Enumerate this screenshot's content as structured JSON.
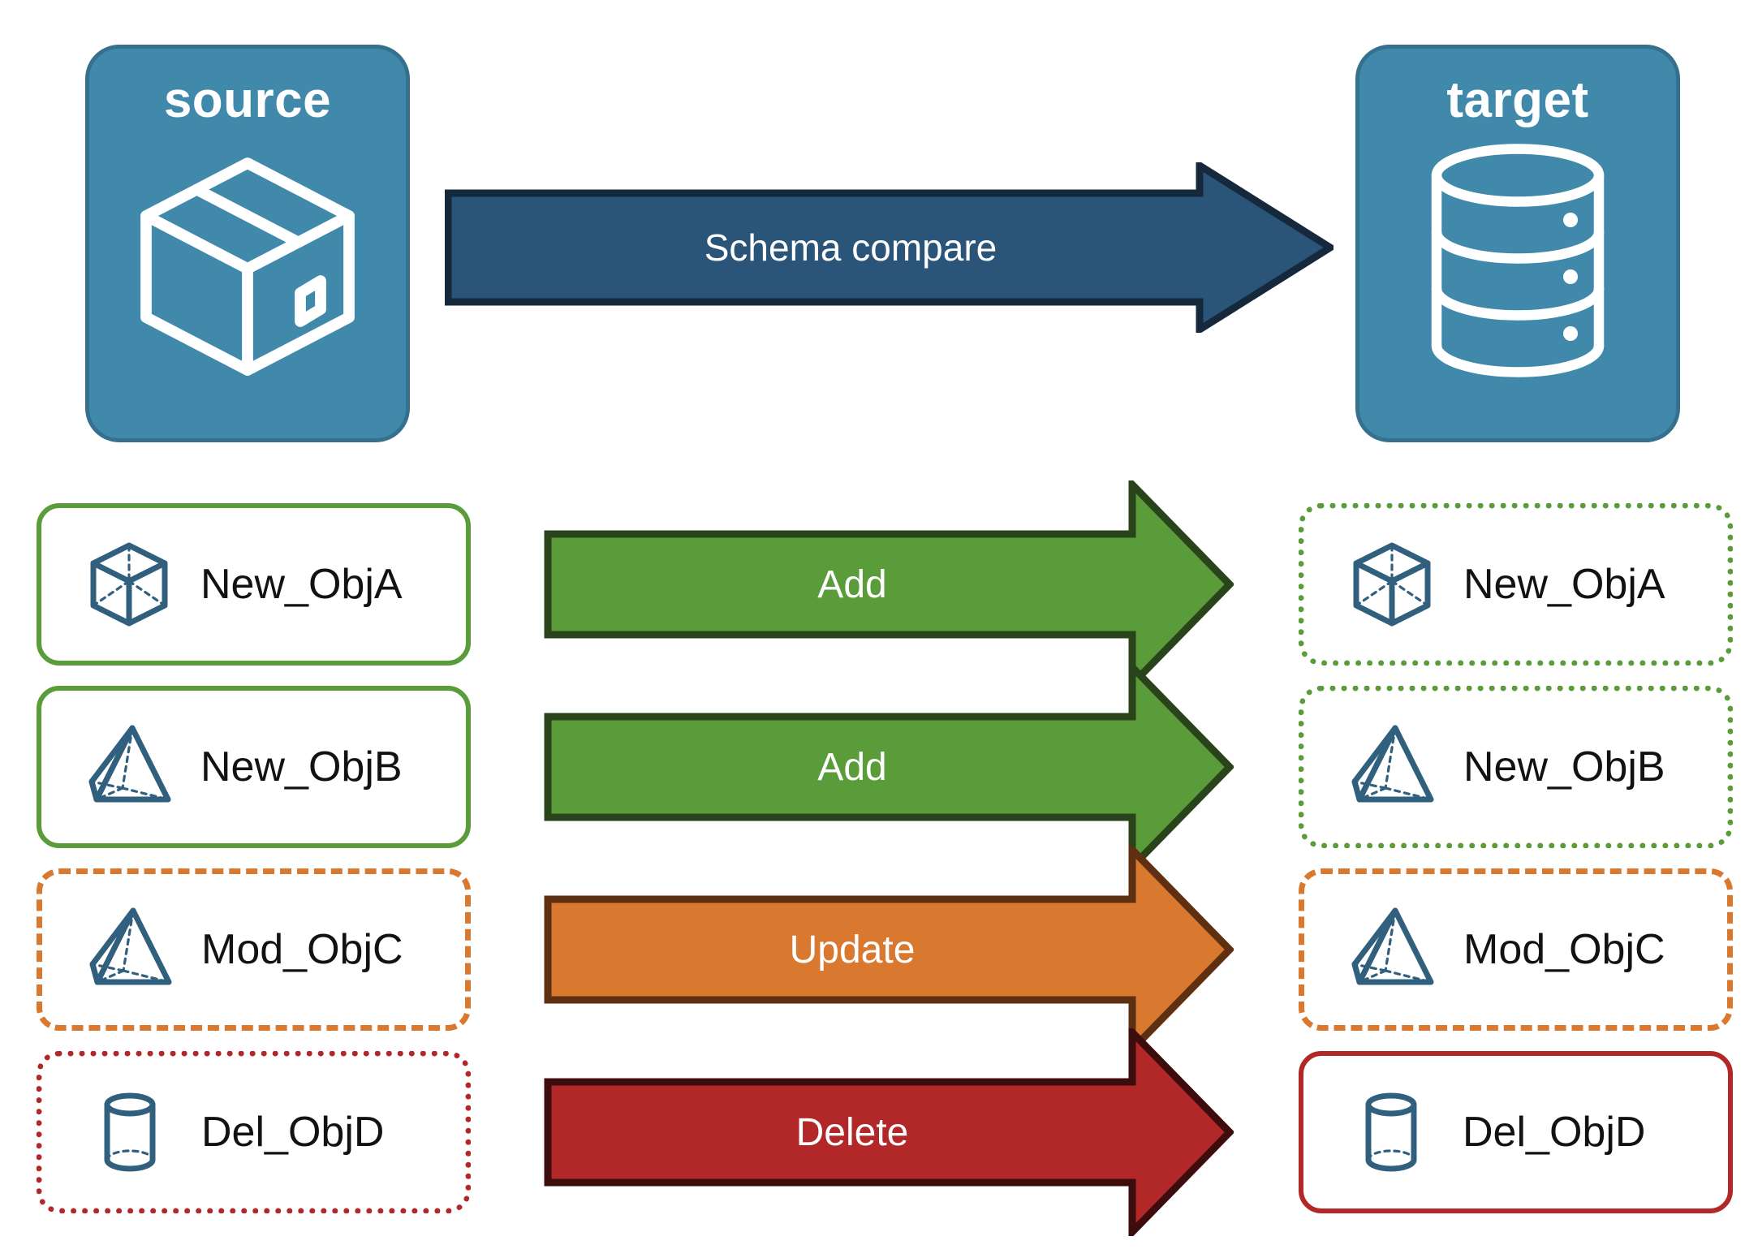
{
  "diagram": {
    "title_source": "source",
    "title_target": "target",
    "compare_label": "Schema compare",
    "colors": {
      "endpoint_fill": "#4189ab",
      "endpoint_border": "#35718f",
      "compare_fill": "#2a5578",
      "compare_border": "#16283c",
      "add_fill": "#5a9c39",
      "add_border": "#29441a",
      "update_fill": "#d9782f",
      "update_border": "#5e2f10",
      "delete_fill": "#b22727",
      "delete_border": "#3d0d0d",
      "object_icon": "#31607f",
      "label_text": "#121212"
    }
  },
  "endpoints": {
    "source": {
      "label": "source",
      "icon": "package-box-icon"
    },
    "target": {
      "label": "target",
      "icon": "database-cylinder-icon"
    }
  },
  "compare_arrow": {
    "label": "Schema compare",
    "icon": "right-arrow-icon"
  },
  "rows": [
    {
      "action": "Add",
      "arrow_style": "add",
      "source": {
        "name": "New_ObjA",
        "icon": "wireframe-cube-icon",
        "border": "solid-green"
      },
      "target": {
        "name": "New_ObjA",
        "icon": "wireframe-cube-icon",
        "border": "dotted-green"
      }
    },
    {
      "action": "Add",
      "arrow_style": "add",
      "source": {
        "name": "New_ObjB",
        "icon": "wireframe-pyramid-icon",
        "border": "solid-green"
      },
      "target": {
        "name": "New_ObjB",
        "icon": "wireframe-pyramid-icon",
        "border": "dotted-green"
      }
    },
    {
      "action": "Update",
      "arrow_style": "update",
      "source": {
        "name": "Mod_ObjC",
        "icon": "wireframe-pyramid-icon",
        "border": "dashed-orange"
      },
      "target": {
        "name": "Mod_ObjC",
        "icon": "wireframe-pyramid-icon",
        "border": "dashed-orange"
      }
    },
    {
      "action": "Delete",
      "arrow_style": "delete",
      "source": {
        "name": "Del_ObjD",
        "icon": "wireframe-cylinder-icon",
        "border": "dotted-red"
      },
      "target": {
        "name": "Del_ObjD",
        "icon": "wireframe-cylinder-icon",
        "border": "solid-red"
      }
    }
  ]
}
